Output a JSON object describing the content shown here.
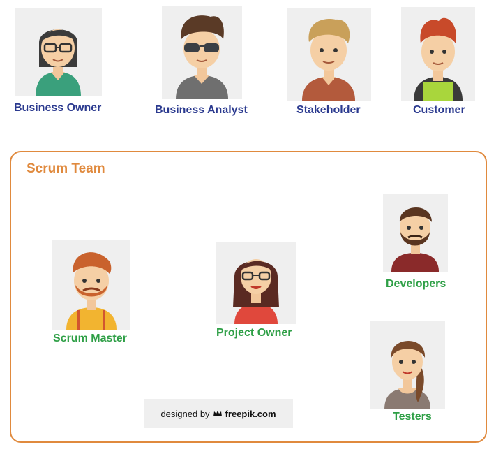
{
  "stakeholders": [
    {
      "id": "business-owner",
      "label": "Business Owner"
    },
    {
      "id": "business-analyst",
      "label": "Business Analyst"
    },
    {
      "id": "stakeholder",
      "label": "Stakeholder"
    },
    {
      "id": "customer",
      "label": "Customer"
    }
  ],
  "scrum_team": {
    "title": "Scrum Team",
    "members": [
      {
        "id": "scrum-master",
        "label": "Scrum Master"
      },
      {
        "id": "project-owner",
        "label": "Project Owner"
      },
      {
        "id": "developers",
        "label": "Developers"
      },
      {
        "id": "testers",
        "label": "Testers"
      }
    ]
  },
  "credit": {
    "prefix": "designed by",
    "brand": "freepik.com"
  },
  "colors": {
    "role_blue": "#2b3a8f",
    "team_green": "#2e9f46",
    "team_orange": "#e08a3e",
    "card_bg": "#efefef"
  }
}
